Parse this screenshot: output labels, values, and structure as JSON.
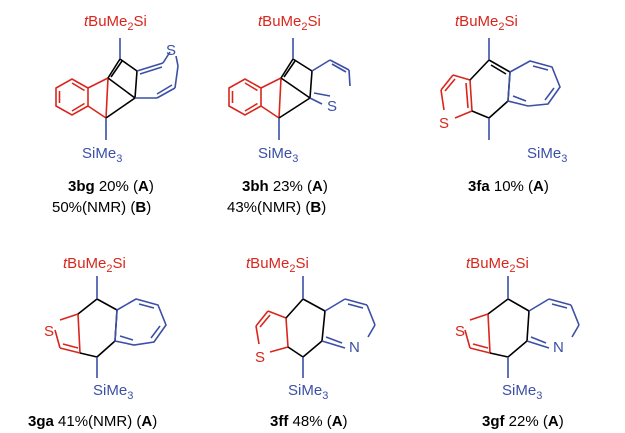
{
  "colors": {
    "red": "#d9261c",
    "blue": "#3b4fa6",
    "black": "#000000"
  },
  "groups": {
    "top": "tBuMe2Si",
    "bottom": "SiMe3"
  },
  "atoms": {
    "sulfur": "S",
    "nitrogen": "N"
  },
  "compounds": [
    {
      "id": "3bg",
      "line1_rest": " 20% (",
      "line1_letter": "A",
      "line1_end": ")",
      "line2_pre": "50%(NMR) (",
      "line2_letter": "B",
      "line2_end": ")"
    },
    {
      "id": "3bh",
      "line1_rest": " 23% (",
      "line1_letter": "A",
      "line1_end": ")",
      "line2_pre": "43%(NMR) (",
      "line2_letter": "B",
      "line2_end": ")"
    },
    {
      "id": "3fa",
      "line1_rest": " 10% (",
      "line1_letter": "A",
      "line1_end": ")"
    },
    {
      "id": "3ga",
      "line1_rest": " 41%(NMR) (",
      "line1_letter": "A",
      "line1_end": ")"
    },
    {
      "id": "3ff",
      "line1_rest": " 48% (",
      "line1_letter": "A",
      "line1_end": ")"
    },
    {
      "id": "3gf",
      "line1_rest": " 22% (",
      "line1_letter": "A",
      "line1_end": ")"
    }
  ]
}
